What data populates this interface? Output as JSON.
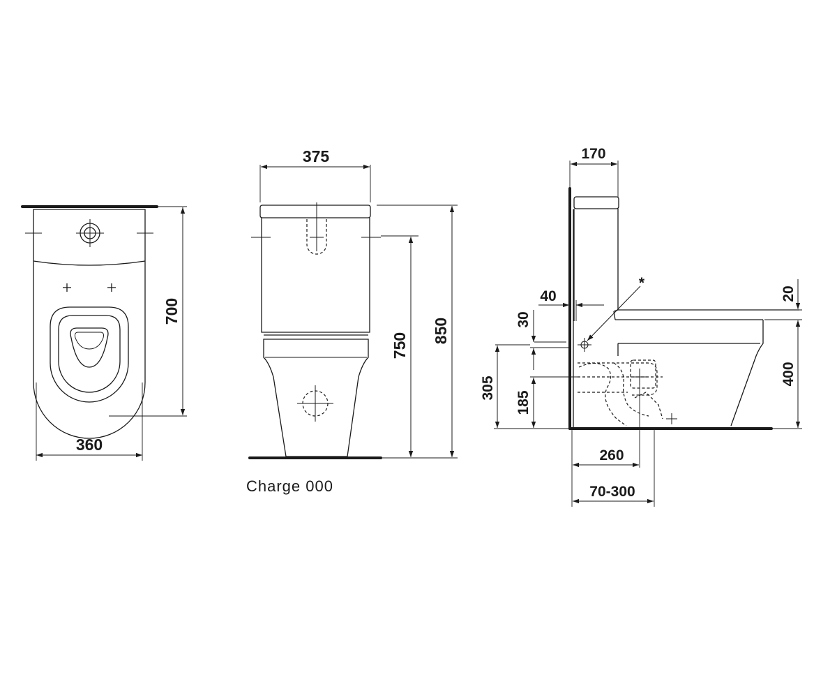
{
  "dimensions": {
    "top_width": "360",
    "top_depth": "700",
    "front_width": "375",
    "front_height_cistern_top": "750",
    "front_total_height": "850",
    "side_cistern_depth": "170",
    "side_offset": "40",
    "side_seat_thickness": "20",
    "side_inlet_offset": "30",
    "side_inlet_height": "305",
    "side_outlet_height": "185",
    "side_seat_height": "400",
    "side_outlet_distance": "260",
    "side_outlet_range": "70-300"
  },
  "labels": {
    "asterisk": "*",
    "charge": "Charge 000"
  },
  "colors": {
    "line": "#1a1a1a",
    "background": "#ffffff"
  }
}
